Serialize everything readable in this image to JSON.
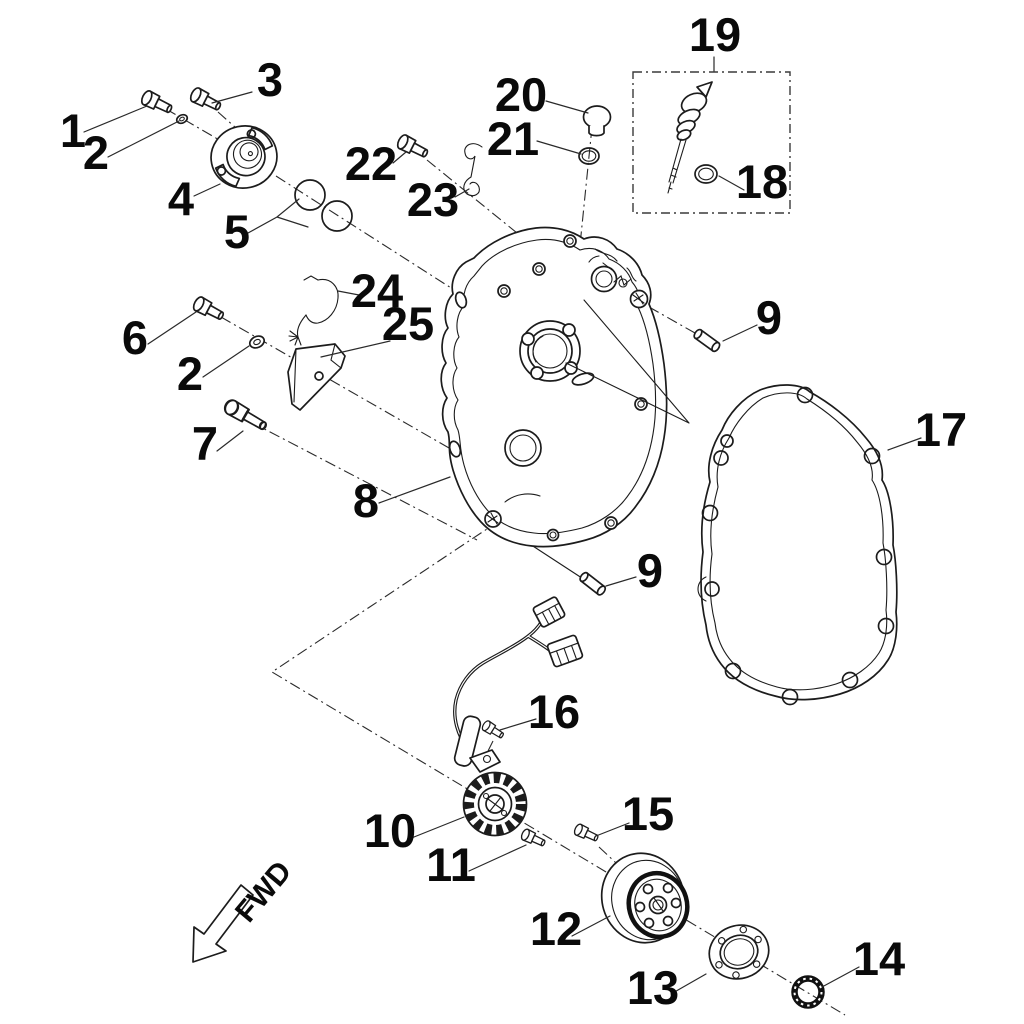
{
  "diagram": {
    "orientation_label": "FWD",
    "colors": {
      "background": "#ffffff",
      "line": "#1c1c1c",
      "label": "#0a0a0a"
    },
    "callouts": {
      "n1": "1",
      "n2a": "2",
      "n2b": "2",
      "n3": "3",
      "n4": "4",
      "n5": "5",
      "n6": "6",
      "n7": "7",
      "n8": "8",
      "n9a": "9",
      "n9b": "9",
      "n10": "10",
      "n11": "11",
      "n12": "12",
      "n13": "13",
      "n14": "14",
      "n15": "15",
      "n16": "16",
      "n17": "17",
      "n18": "18",
      "n19": "19",
      "n20": "20",
      "n21": "21",
      "n22": "22",
      "n23": "23",
      "n24": "24",
      "n25": "25"
    }
  }
}
